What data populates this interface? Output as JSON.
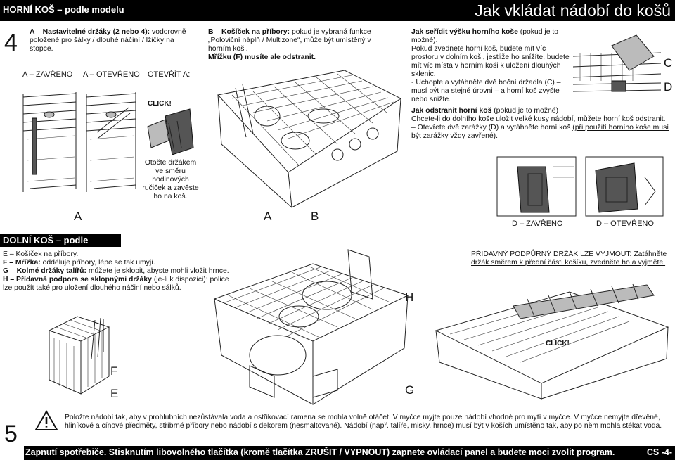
{
  "header": {
    "section_left": "HORNÍ KOŠ – podle modelu",
    "title": "Jak vkládat nádobí do košů"
  },
  "step4": {
    "number": "4",
    "a_title": "A – Nastavitelné držáky (2 nebo 4):",
    "a_text": " vodorovně položené pro šálky / dlouhé náčiní / lžičky na stopce.",
    "a_closed": "A – ZAVŘENO",
    "a_open": "A – OTEVŘENO",
    "a_open_action": "OTEVŘÍT A:",
    "click": "CLICK!",
    "rotate_text": "Otočte držákem ve směru hodinových ručiček a zavěste ho na koš.",
    "label_a_left": "A",
    "label_a_mid": "A",
    "label_b": "B"
  },
  "basket": {
    "b_title": "B – Košíček na příbory:",
    "b_text": " pokud je vybraná funkce „Poloviční náplň / Multizone“, může být umístěný v horním koši.",
    "f_text": "Mřížku (F) musíte ale odstranit."
  },
  "height": {
    "title": "Jak seřídit výšku horního koše",
    "title_suffix": " (pokud je to možné).",
    "text1": "Pokud zvednete horní koš, budete mít víc prostoru v dolním koši, jestliže ho snížíte, budete mít víc místa v horním koši k uložení dlouhých sklenic.",
    "text2_pre": "- Uchopte a vytáhněte dvě boční držadla (C) – ",
    "text2_u": "musí být na stejné úrovni",
    "text2_post": " – a horní koš zvyšte nebo snižte.",
    "label_c": "C",
    "label_d": "D"
  },
  "remove": {
    "title": "Jak odstranit horní koš",
    "title_suffix": " (pokud je to možné)",
    "text1": "Chcete-li do dolního koše uložit velké kusy nádobí, můžete horní koš odstranit.",
    "text2_pre": "– Otevřete dvě zarážky (D) a vytáhněte horní koš ",
    "text2_u": "(při použití horního koše musí být zarážky vždy zavřené).",
    "d_closed": "D – ZAVŘENO",
    "d_open": "D – OTEVŘENO"
  },
  "lower": {
    "section": "DOLNÍ KOŠ – podle modelu",
    "e_line": "E – Košíček na příbory.",
    "f_title": "F – Mřížka:",
    "f_text": " odděluje příbory, lépe se tak umyjí.",
    "g_title": "G – Kolmé držáky talířů:",
    "g_text": " můžete je sklopit, abyste mohli vložit hrnce.",
    "h_title": "H – Přídavná podpora se sklopnými držáky",
    "h_text": " (je-li k dispozici): police lze použít také pro uložení dlouhého náčiní nebo sálků.",
    "extra_u": "PŘÍDAVNÝ PODPŮRNÝ DRŽÁK LZE VYJMOUT: Zatáhněte držák směrem k přední části košíku, zvedněte ho a vyjměte.",
    "label_e": "E",
    "label_f": "F",
    "label_g": "G",
    "label_h": "H",
    "click": "CLICK!"
  },
  "step5": {
    "number": "5",
    "warning": "Položte nádobí tak, aby v prohlubních nezůstávala voda a ostřikovací ramena se mohla volně otáčet. V myčce myjte pouze nádobí vhodné pro mytí v myčce. V myčce nemyjte dřevěné, hliníkové a cínové předměty, stříbrné příbory nebo nádobí s dekorem (nesmaltované). Nádobí (např. talíře, misky, hrnce) musí být v koších umístěno tak, aby po něm mohla stékat voda."
  },
  "footer": {
    "message": "Zapnutí spotřebiče. Stisknutím libovolného tlačítka (kromě tlačítka ZRUŠIT / VYPNOUT) zapnete ovládací panel a budete moci zvolit program.",
    "page": "CS -4-"
  }
}
